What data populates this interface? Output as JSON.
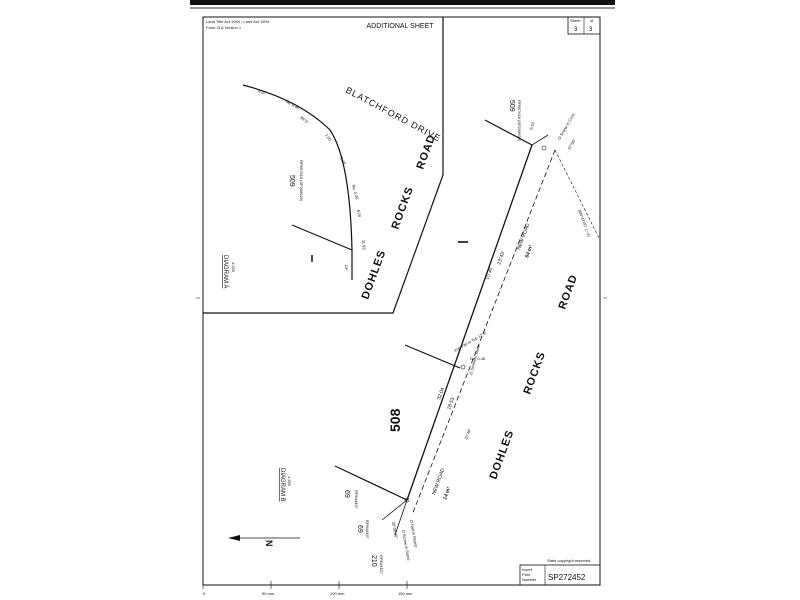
{
  "header": {
    "act_line1": "Land Title Act 1994 ; Land Act 1994",
    "act_line2": "Form 21A Version 1",
    "sheet_title": "ADDITIONAL SHEET",
    "sheet_label": "Sheet",
    "sheet_no": "3",
    "sheet_of": "of",
    "sheet_total": "3"
  },
  "diagram_a": {
    "title": "DIAGRAM A",
    "scale": "1:250",
    "drive_label": "BLATCHFORD DRIVE",
    "road_label_1": "DOHLES",
    "road_label_2": "ROCKS",
    "road_label_3": "ROAD",
    "lot": "509",
    "lot_plan": "RP857618 (SP208620)"
  },
  "main": {
    "lot_508": "508",
    "lot_509": "509",
    "lot_509_plan": "RP857618 (SP208620)",
    "road_label_1": "DOHLES",
    "road_label_2": "ROCKS",
    "road_label_3": "ROAD",
    "new_road_upper": "NEW ROAD",
    "new_road_upper_area": "64 m²",
    "new_road_lower": "NEW ROAD",
    "new_road_lower_area": "14 m²",
    "lot_69_a": "69",
    "lot_69_a_plan": "RP844457",
    "lot_69_b": "69",
    "lot_69_b_plan": "RP844457",
    "lot_210": "210",
    "lot_210_plan": "RP844457"
  },
  "diagram_b": {
    "title": "DIAGRAM B",
    "scale": "1:250"
  },
  "footer": {
    "copyright": "State copyright reserved.",
    "insert_label_1": "Insert",
    "insert_label_2": "Plan",
    "insert_label_3": "Number",
    "plan_number": "SP272452",
    "scale_0": "0",
    "scale_1": "50 mm",
    "scale_2": "100 mm",
    "scale_3": "150 mm"
  }
}
